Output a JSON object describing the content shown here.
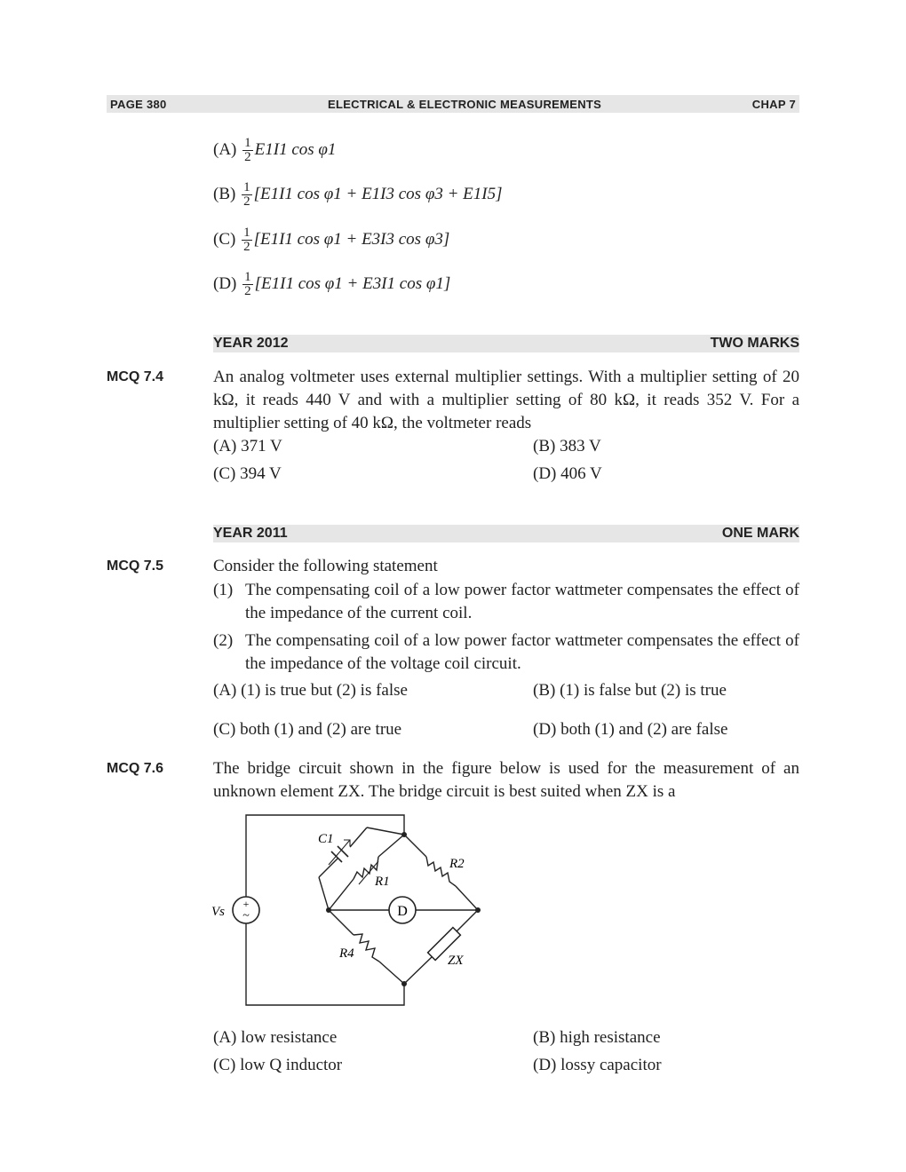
{
  "header": {
    "page": "PAGE 380",
    "title": "ELECTRICAL & ELECTRONIC MEASUREMENTS",
    "chapter": "CHAP 7"
  },
  "q73_options": [
    {
      "label": "(A)",
      "frac_num": "1",
      "frac_den": "2",
      "expr": "E1I1 cos φ1"
    },
    {
      "label": "(B)",
      "frac_num": "1",
      "frac_den": "2",
      "expr": "[E1I1 cos φ1 + E1I3 cos φ3 + E1I5]"
    },
    {
      "label": "(C)",
      "frac_num": "1",
      "frac_den": "2",
      "expr": "[E1I1 cos φ1 + E3I3 cos φ3]"
    },
    {
      "label": "(D)",
      "frac_num": "1",
      "frac_den": "2",
      "expr": "[E1I1 cos φ1 + E3I1 cos φ1]"
    }
  ],
  "section2012": {
    "year": "YEAR 2012",
    "marks": "TWO MARKS"
  },
  "q74": {
    "id": "MCQ 7.4",
    "text": "An analog voltmeter uses external multiplier settings. With a multiplier setting of 20 kΩ, it reads 440 V and with a multiplier setting of 80 kΩ, it reads 352 V. For a multiplier setting of 40 kΩ, the voltmeter reads",
    "options": {
      "a": "(A) 371 V",
      "b": "(B) 383 V",
      "c": "(C) 394 V",
      "d": "(D) 406 V"
    }
  },
  "section2011": {
    "year": "YEAR 2011",
    "marks": "ONE MARK"
  },
  "q75": {
    "id": "MCQ 7.5",
    "intro": "Consider the following statement",
    "s1_num": "(1)",
    "s1": "The compensating coil of a low power factor wattmeter compensates the effect of the impedance of the current coil.",
    "s2_num": "(2)",
    "s2": "The compensating coil of a low power factor wattmeter compensates the effect of the impedance of the voltage coil circuit.",
    "options": {
      "a": "(A) (1) is true but (2) is false",
      "b": "(B) (1) is false but (2) is true",
      "c": "(C) both (1) and (2) are true",
      "d": "(D) both (1) and (2) are false"
    }
  },
  "q76": {
    "id": "MCQ 7.6",
    "text": "The bridge circuit shown in the figure below is used for the measurement of an unknown element ZX. The bridge circuit is best suited when ZX is a",
    "figure": {
      "c1": "C1",
      "r1": "R1",
      "r2": "R2",
      "r4": "R4",
      "zx": "ZX",
      "vs": "Vs",
      "detector": "D",
      "plus": "+",
      "tilde": "~"
    },
    "options": {
      "a": "(A) low resistance",
      "b": "(B) high resistance",
      "c": "(C) low Q inductor",
      "d": "(D) lossy capacitor"
    }
  },
  "colors": {
    "band": "#e6e6e6",
    "ink": "#222222"
  }
}
